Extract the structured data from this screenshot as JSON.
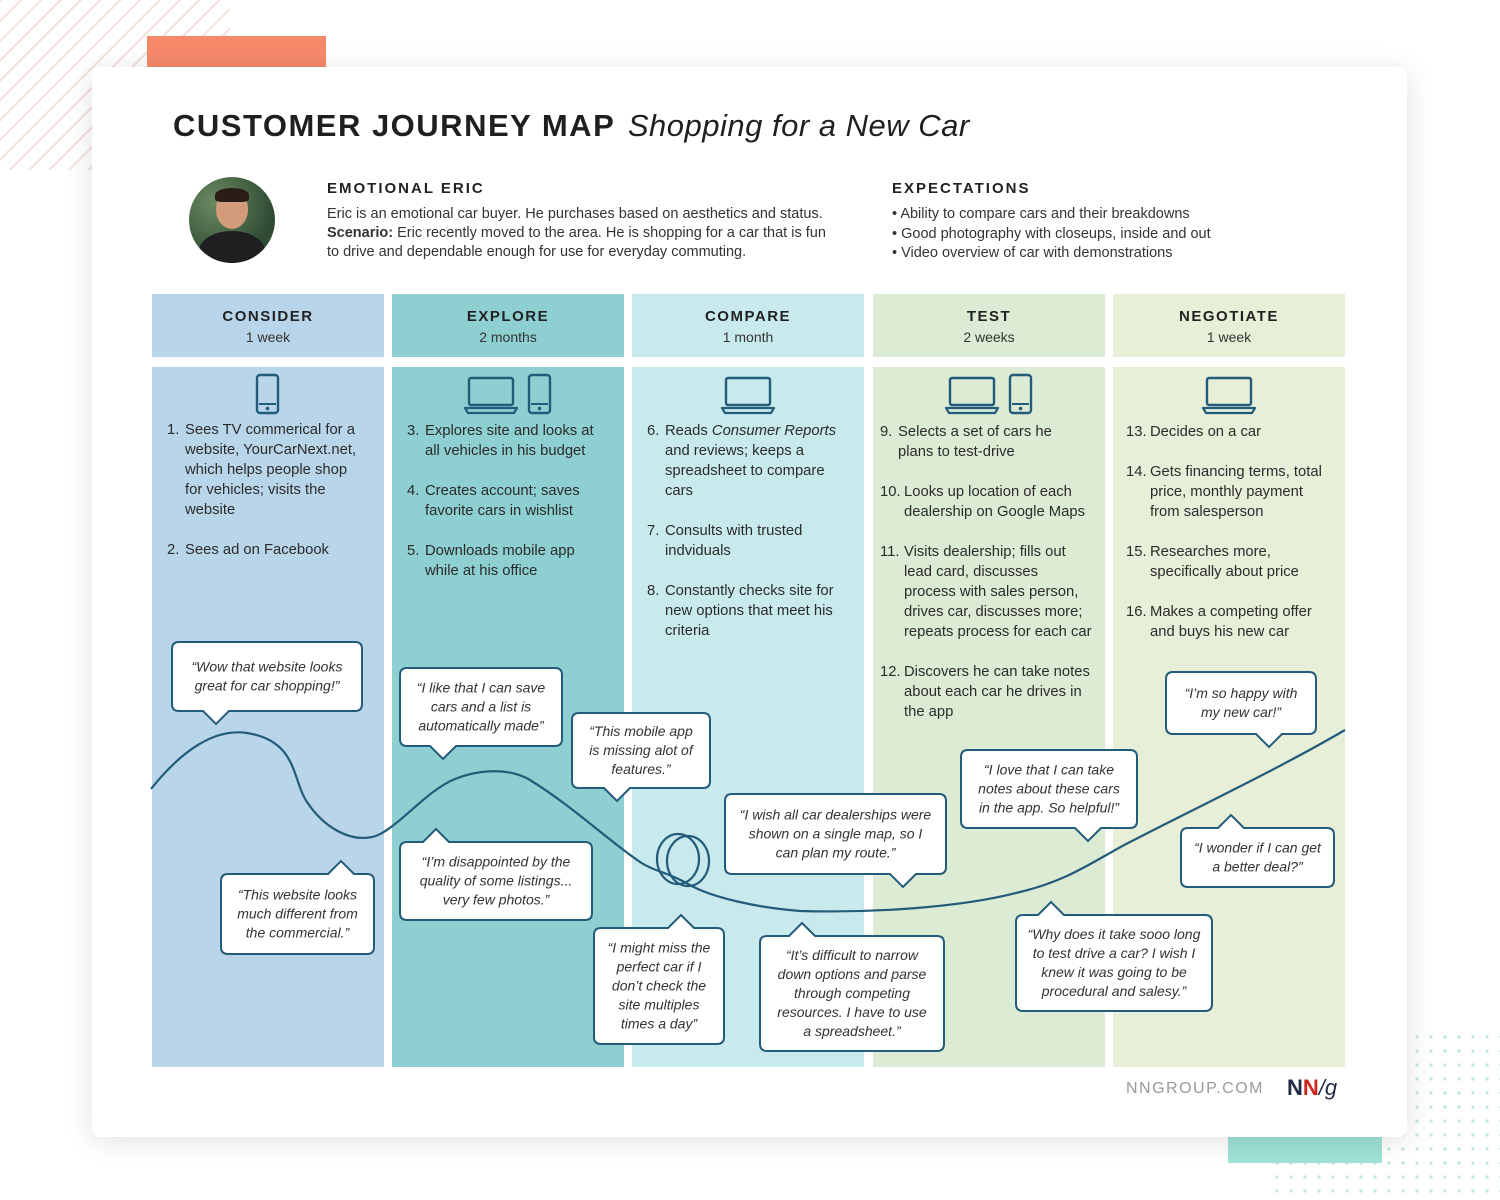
{
  "title": {
    "main": "CUSTOMER JOURNEY MAP",
    "subtitle": "Shopping for a New Car"
  },
  "persona": {
    "name": "EMOTIONAL ERIC",
    "description": "Eric is an emotional car buyer. He purchases based on aesthetics and status.",
    "scenario_label": "Scenario:",
    "scenario_lines": [
      " Eric recently moved to the area. He is shopping for a car that is fun",
      "to drive and dependable enough for use for everyday commuting."
    ]
  },
  "expectations": {
    "title": "EXPECTATIONS",
    "items": [
      "Ability to compare cars and their breakdowns",
      "Good photography with closeups, inside and out",
      "Video overview of car with demonstrations"
    ]
  },
  "colors": {
    "consider": "#b9d5ea",
    "explore": "#8ecfd1",
    "compare": "#c8eaec",
    "test": "#dcebd3",
    "negotiate": "#e7efd8",
    "line": "#235b7a",
    "icon": "#235b7a"
  },
  "stages": [
    {
      "name": "CONSIDER",
      "duration": "1 week",
      "icons": [
        "phone-icon"
      ],
      "steps": [
        {
          "n": "1.",
          "lines": [
            "Sees TV commerical for a",
            "website, YourCarNext.net,",
            "which helps people shop",
            "for vehicles; visits the",
            "website"
          ]
        },
        {
          "n": "2.",
          "lines": [
            "Sees ad on Facebook"
          ]
        }
      ]
    },
    {
      "name": "EXPLORE",
      "duration": "2 months",
      "icons": [
        "laptop-icon",
        "phone-icon"
      ],
      "steps": [
        {
          "n": "3.",
          "lines": [
            "Explores site and looks at",
            "all vehicles in his budget"
          ]
        },
        {
          "n": "4.",
          "lines": [
            "Creates account; saves",
            "favorite cars in wishlist"
          ]
        },
        {
          "n": "5.",
          "lines": [
            "Downloads mobile app",
            "while at his office"
          ]
        }
      ]
    },
    {
      "name": "COMPARE",
      "duration": "1 month",
      "icons": [
        "laptop-icon"
      ],
      "steps": [
        {
          "n": "6.",
          "lines": [
            "Reads Consumer Reports",
            "and reviews; keeps a",
            "spreadsheet to compare",
            "cars"
          ]
        },
        {
          "n": "7.",
          "lines": [
            "Consults with trusted",
            "indviduals"
          ]
        },
        {
          "n": "8.",
          "lines": [
            "Constantly checks site for",
            "new options that meet his",
            "criteria"
          ]
        }
      ]
    },
    {
      "name": "TEST",
      "duration": "2 weeks",
      "icons": [
        "laptop-icon",
        "phone-icon"
      ],
      "steps": [
        {
          "n": "9.",
          "lines": [
            "Selects a set of cars he",
            "plans to test-drive"
          ]
        },
        {
          "n": "10.",
          "lines": [
            "Looks up location of each",
            "dealership on Google Maps"
          ]
        },
        {
          "n": "11.",
          "lines": [
            "Visits dealership; fills out",
            "lead card, discusses",
            "process with sales person,",
            "drives car, discusses more;",
            "repeats process for each car"
          ]
        },
        {
          "n": "12.",
          "lines": [
            "Discovers he can take notes",
            "about each car he drives in",
            "the app"
          ]
        }
      ]
    },
    {
      "name": "NEGOTIATE",
      "duration": "1 week",
      "icons": [
        "laptop-icon"
      ],
      "steps": [
        {
          "n": "13.",
          "lines": [
            "Decides on a car"
          ]
        },
        {
          "n": "14.",
          "lines": [
            "Gets financing terms, total",
            "price, monthly payment",
            "from salesperson"
          ]
        },
        {
          "n": "15.",
          "lines": [
            "Researches more,",
            "specifically about price"
          ]
        },
        {
          "n": "16.",
          "lines": [
            "Makes a competing offer",
            "and buys his new car"
          ]
        }
      ]
    }
  ],
  "quotes": [
    {
      "lines": [
        "“Wow that website looks",
        "great for car shopping!”"
      ]
    },
    {
      "lines": [
        "“This website looks",
        "much different from",
        "the commercial.”"
      ]
    },
    {
      "lines": [
        "“I like that I can save",
        "cars and a list is",
        "automatically made”"
      ]
    },
    {
      "lines": [
        "“I’m disappointed by the",
        "quality of some listings...",
        "very few photos.”"
      ]
    },
    {
      "lines": [
        "“This mobile app",
        "is missing alot of",
        "features.”"
      ]
    },
    {
      "lines": [
        "“I might miss the",
        "perfect car if I",
        "don’t check the",
        "site multiples",
        "times a day”"
      ]
    },
    {
      "lines": [
        "“I wish all car dealerships were",
        "shown on a single map, so I",
        "can plan my route.”"
      ]
    },
    {
      "lines": [
        "“It’s difficult to narrow",
        "down options and parse",
        "through competing",
        "resources. I have to use",
        "a spreadsheet.”"
      ]
    },
    {
      "lines": [
        "“I love that I can take",
        "notes about these cars",
        "in the app. So helpful!”"
      ]
    },
    {
      "lines": [
        "“Why does it take sooo long",
        "to test drive a car? I wish I",
        "knew it was going to be",
        "procedural and salesy.”"
      ]
    },
    {
      "lines": [
        "“I’m so happy with",
        "my new car!”"
      ]
    },
    {
      "lines": [
        "“I wonder if I can get",
        "a better deal?”"
      ]
    }
  ],
  "footer": {
    "url": "NNGROUP.COM",
    "logo_n1": "N",
    "logo_n2": "N",
    "logo_g": "/g"
  }
}
